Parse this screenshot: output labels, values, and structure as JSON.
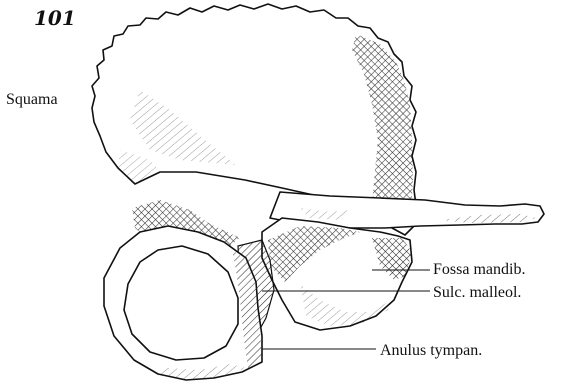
{
  "figure": {
    "number": "101"
  },
  "labels": {
    "squama": "Squama",
    "fossa_mandib": "Fossa mandib.",
    "sulc_malleol": "Sulc. malleol.",
    "anulus_tympan": "Anulus tympan."
  }
}
